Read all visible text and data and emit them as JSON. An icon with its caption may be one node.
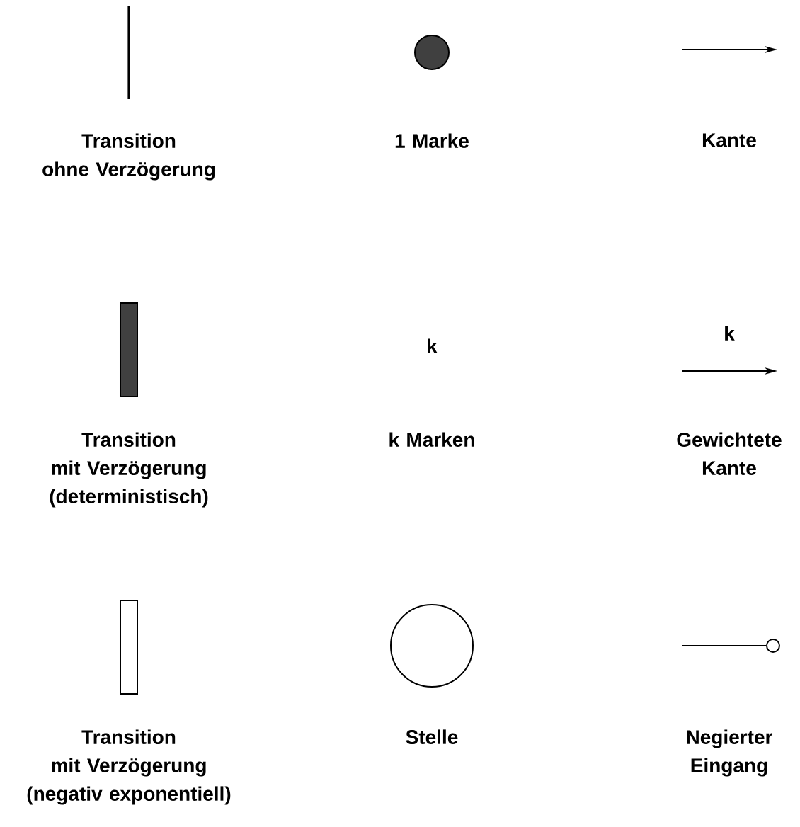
{
  "diagram": {
    "nodes": [
      {
        "text": [],
        "shape": "bar",
        "beside": [
          "Transition ohne Verzögerung"
        ]
      },
      {
        "text": [],
        "shape": "circle",
        "beside": [
          "1 Marke"
        ]
      },
      {
        "text": [],
        "shape": "bar",
        "beside": [
          "Transition mit Verzögerung (deterministisch)"
        ]
      },
      {
        "text": [],
        "shape": "bar",
        "beside": [
          "Transition mit Verzögerung (negativ exponentiell)"
        ]
      },
      {
        "text": [],
        "shape": "circle",
        "beside": [
          "Stelle"
        ]
      }
    ],
    "labels": [
      "Kante",
      "k",
      "k",
      "k Marken",
      "Gewichtete Kante",
      "Negierter Eingang"
    ]
  }
}
